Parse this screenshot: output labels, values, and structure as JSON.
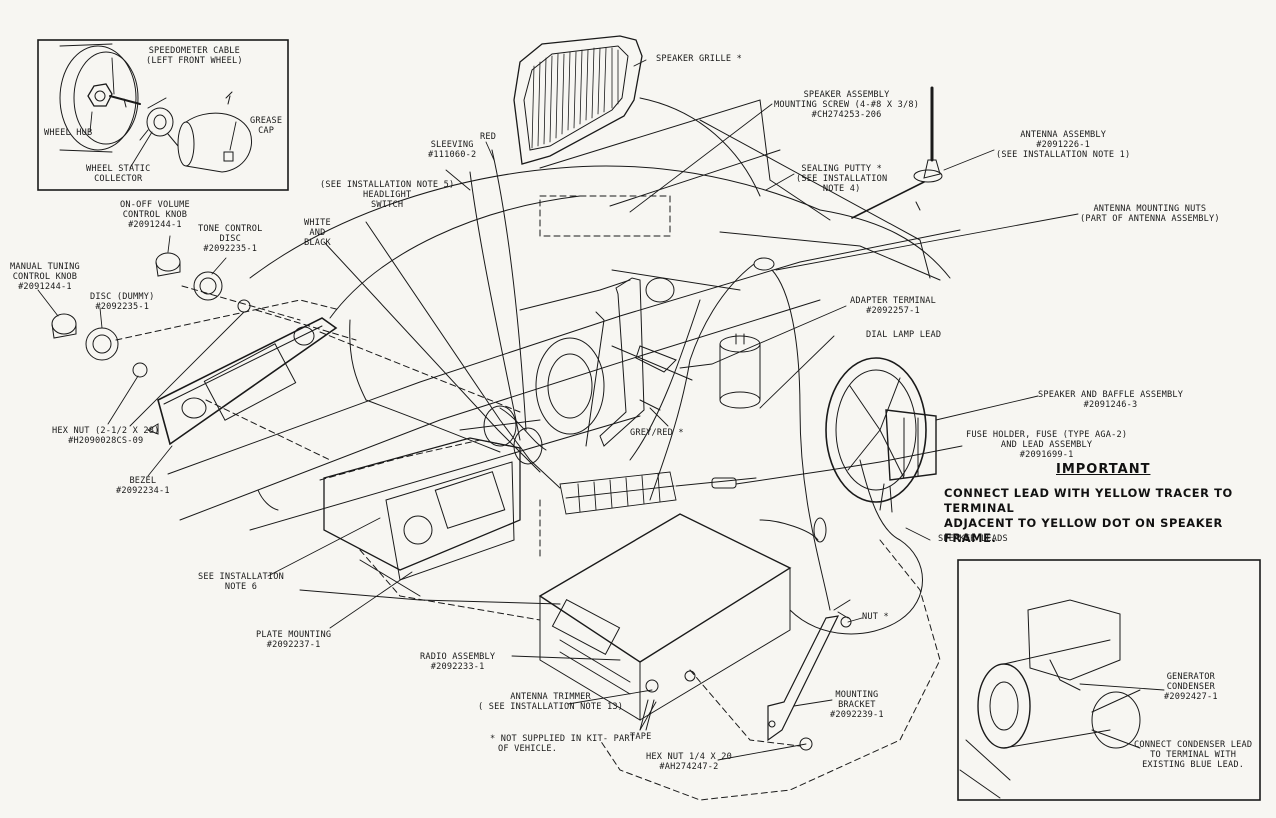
{
  "labels": {
    "speedometer_cable": [
      "SPEEDOMETER CABLE",
      "(LEFT FRONT WHEEL)"
    ],
    "wheel_hub": [
      "WHEEL HUB"
    ],
    "grease_cap": [
      "GREASE",
      "CAP"
    ],
    "wheel_static_collector": [
      "WHEEL STATIC",
      "COLLECTOR"
    ],
    "speaker_grille": [
      "SPEAKER GRILLE *"
    ],
    "speaker_mounting_screw": [
      "SPEAKER ASSEMBLY",
      "MOUNTING SCREW (4-#8 X 3/8)",
      "#CH274253-206"
    ],
    "antenna_assembly": [
      "ANTENNA ASSEMBLY",
      "#2091226-1",
      "(SEE INSTALLATION NOTE 1)"
    ],
    "sleeving": [
      "SLEEVING",
      "#111060-2"
    ],
    "red": [
      "RED"
    ],
    "sealing_putty": [
      "SEALING PUTTY *",
      "(SEE INSTALLATION",
      "NOTE 4)"
    ],
    "headlight_switch": [
      "(SEE INSTALLATION NOTE 5)",
      "HEADLIGHT",
      "SWITCH"
    ],
    "antenna_mounting_nuts": [
      "ANTENNA MOUNTING NUTS",
      "(PART OF ANTENNA ASSEMBLY)"
    ],
    "on_off_volume": [
      "ON-OFF VOLUME",
      "CONTROL KNOB",
      "#2091244-1"
    ],
    "tone_control": [
      "TONE CONTROL",
      "DISC",
      "#2092235-1"
    ],
    "white_black": [
      "WHITE",
      "AND",
      "BLACK"
    ],
    "manual_tuning": [
      "MANUAL TUNING",
      "CONTROL KNOB",
      "#2091244-1"
    ],
    "disc_dummy": [
      "DISC (DUMMY)",
      "#2092235-1"
    ],
    "adapter_terminal": [
      "ADAPTER TERMINAL",
      "#2092257-1"
    ],
    "dial_lamp_lead": [
      "DIAL LAMP LEAD"
    ],
    "speaker_baffle": [
      "SPEAKER AND BAFFLE ASSEMBLY",
      "#2091246-3"
    ],
    "hex_nut_left": [
      "HEX NUT (2-1/2 X 28)",
      "#H2090028CS-09"
    ],
    "grey_red": [
      "GREY/RED *"
    ],
    "fuse_holder": [
      "FUSE HOLDER, FUSE (TYPE AGA-2)",
      "AND LEAD ASSEMBLY",
      "#2091699-1"
    ],
    "bezel": [
      "BEZEL",
      "#2092234-1"
    ],
    "speaker_leads": [
      "SPEAKER LEADS"
    ],
    "see_note_6": [
      "SEE INSTALLATION",
      "NOTE 6"
    ],
    "plate_mounting": [
      "PLATE MOUNTING",
      "#2092237-1"
    ],
    "nut": [
      "NUT *"
    ],
    "radio_assembly": [
      "RADIO ASSEMBLY",
      "#2092233-1"
    ],
    "antenna_trimmer": [
      "ANTENNA TRIMMER",
      "( SEE INSTALLATION NOTE 13)"
    ],
    "mounting_bracket": [
      "MOUNTING",
      "BRACKET",
      "#2092239-1"
    ],
    "not_supplied": [
      "* NOT SUPPLIED IN KIT- PART",
      "OF VEHICLE."
    ],
    "tape": [
      "TAPE"
    ],
    "hex_nut_bottom": [
      "HEX NUT 1/4 X 20",
      "#AH274247-2"
    ],
    "generator_condenser": [
      "GENERATOR",
      "CONDENSER",
      "#2092427-1"
    ],
    "connect_condenser": [
      "CONNECT CONDENSER LEAD",
      "TO TERMINAL WITH",
      "EXISTING BLUE LEAD."
    ]
  },
  "important": {
    "title": "IMPORTANT",
    "lines": [
      "CONNECT LEAD WITH YELLOW TRACER TO TERMINAL",
      "ADJACENT TO YELLOW DOT ON SPEAKER FRAME."
    ]
  },
  "colors": {
    "ink": "#1a1a1a",
    "paper": "#f7f6f2"
  }
}
